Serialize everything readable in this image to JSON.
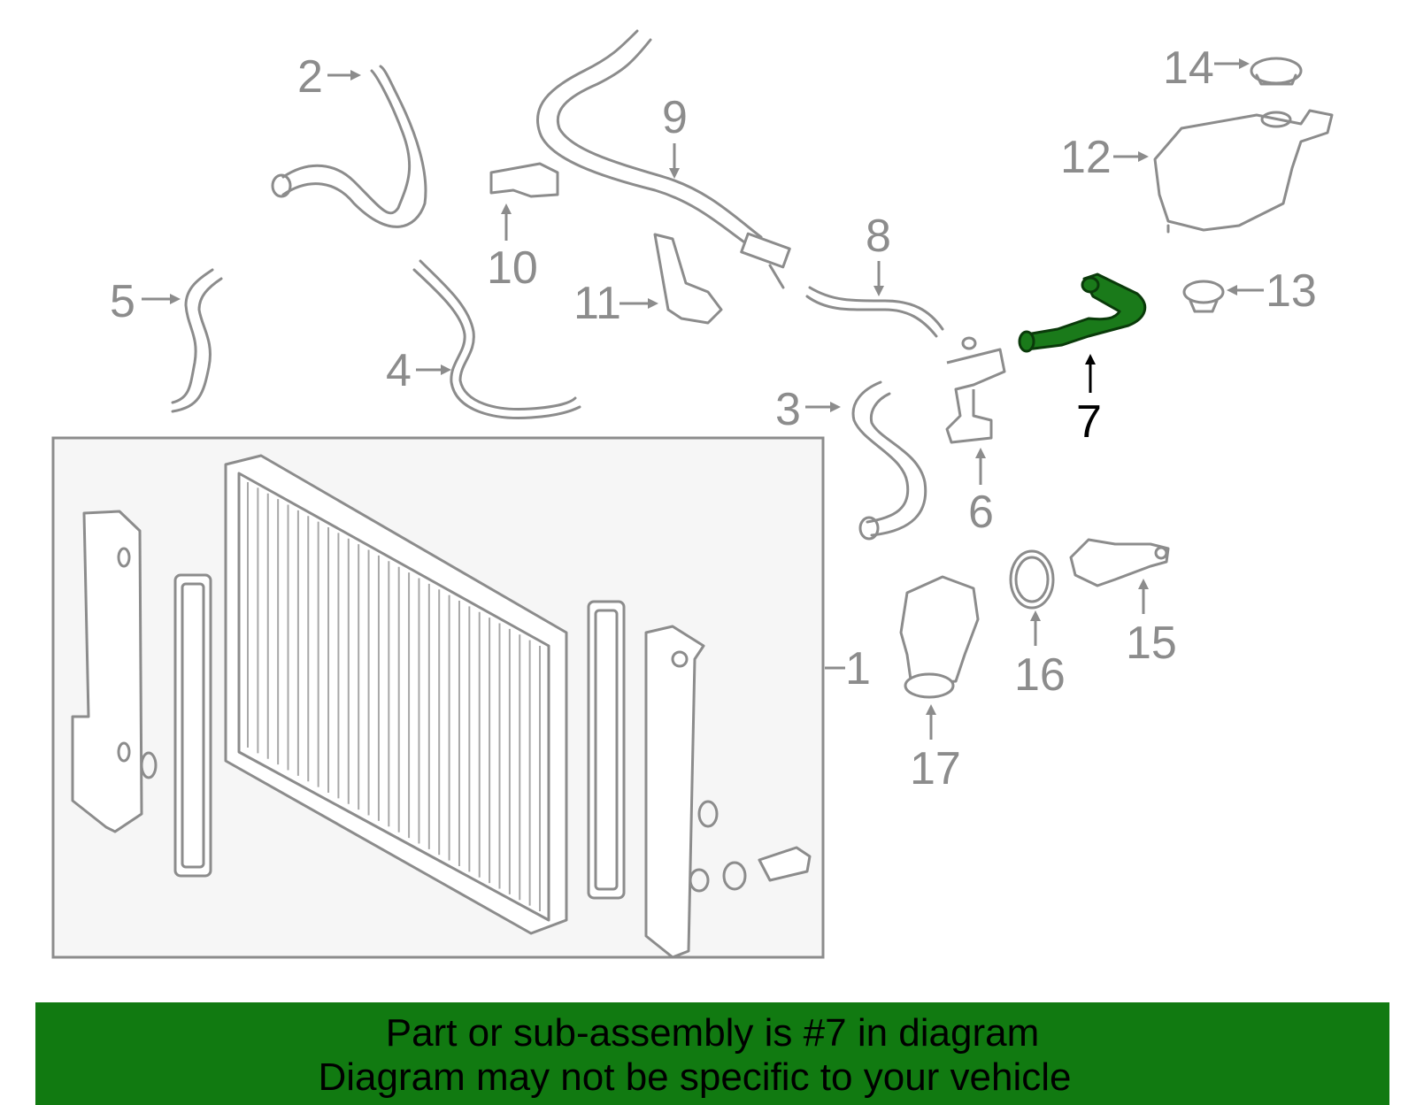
{
  "callouts": {
    "c1": "1",
    "c2": "2",
    "c3": "3",
    "c4": "4",
    "c5": "5",
    "c6": "6",
    "c7": "7",
    "c8": "8",
    "c9": "9",
    "c10": "10",
    "c11": "11",
    "c12": "12",
    "c13": "13",
    "c14": "14",
    "c15": "15",
    "c16": "16",
    "c17": "17"
  },
  "highlight": {
    "part": "7",
    "color": "#1a7a1a"
  },
  "banner": {
    "line1": "Part or sub-assembly is #7 in diagram",
    "line2": "Diagram may not be specific to your vehicle",
    "color": "#117a11"
  }
}
